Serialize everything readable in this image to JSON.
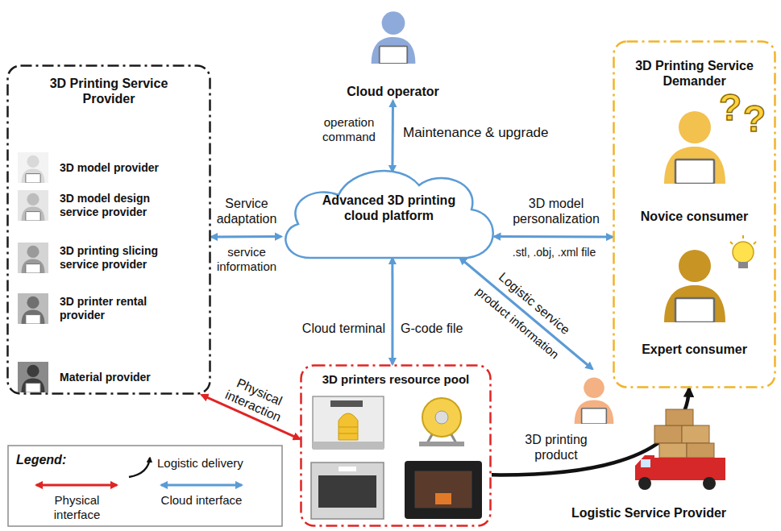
{
  "diagram": {
    "nodes": [
      {
        "text": [
          "3D Printing Service Provider"
        ]
      },
      {
        "text": [
          "3D model provider"
        ],
        "in": 0
      },
      {
        "text": [
          "3D model design service provider"
        ],
        "in": 0
      },
      {
        "text": [
          "3D printing slicing service provider"
        ],
        "in": 0
      },
      {
        "text": [
          "3D printer rental provider"
        ],
        "in": 0
      },
      {
        "text": [
          "Material provider"
        ],
        "in": 0
      },
      {
        "text": [
          "Cloud operator"
        ]
      },
      {
        "text": [
          "Advanced 3D printing cloud platform"
        ]
      },
      {
        "text": [
          "3D Printing Service Demander"
        ]
      },
      {
        "text": [
          "Novice consumer"
        ],
        "in": 8
      },
      {
        "text": [
          "Expert consumer"
        ],
        "in": 8
      },
      {
        "text": [
          "3D printers resource pool"
        ]
      },
      {
        "text": [
          "Logistic Service Provider"
        ]
      }
    ],
    "edges": [
      {
        "from": 6,
        "to": 7,
        "label": "Maintenance & upgrade",
        "arrow": "both"
      },
      {
        "from": 0,
        "to": 7,
        "label": "Service adaptation",
        "arrow": "both"
      },
      {
        "from": 7,
        "to": 8,
        "label": "3D model personalization",
        "arrow": "both"
      },
      {
        "from": 7,
        "to": 11,
        "label": "Cloud terminal",
        "arrow": "both"
      },
      {
        "from": 7,
        "to": 12,
        "label": "Logistic service",
        "arrow": "both"
      },
      {
        "from": 0,
        "to": 11,
        "label": "Physical interaction",
        "arrow": "both"
      },
      {
        "from": 11,
        "to": 8,
        "label": "3D printing product",
        "arrow": "to"
      }
    ],
    "labels": [
      "operation command",
      "service information",
      ".stl, .obj, .xml file",
      "G-code file",
      "product information",
      "Legend:",
      "?",
      "?"
    ],
    "legend": [
      {
        "text": "Logistic delivery"
      },
      {
        "text": "Physical interface"
      },
      {
        "text": "Cloud interface"
      }
    ]
  }
}
